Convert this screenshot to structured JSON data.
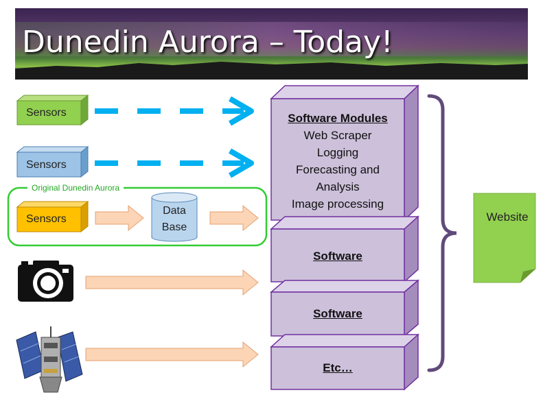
{
  "title": "Dunedin Aurora – Today!",
  "inputs": {
    "sensor_1": "Sensors",
    "sensor_2": "Sensors",
    "sensor_3": "Sensors",
    "database_line1": "Data",
    "database_line2": "Base",
    "original_group_label": "Original Dunedin Aurora",
    "camera_icon": "camera-icon",
    "satellite_icon": "satellite-icon"
  },
  "software_stack": {
    "box1_title": "Software Modules",
    "box1_items": [
      "Web Scraper",
      "Logging",
      "Forecasting and",
      "Analysis",
      "Image processing"
    ],
    "box2_title": "Software",
    "box3_title": "Software",
    "box4_title": "Etc…"
  },
  "output": {
    "website_label": "Website"
  },
  "colors": {
    "sensor_green": "#92d050",
    "sensor_blue": "#9dc3e6",
    "sensor_orange": "#ffc000",
    "dash_arrow": "#00b0f0",
    "block_arrow": "#fbd5b5",
    "group_border": "#33cc33",
    "software_box": "#ccc0da",
    "software_border": "#7030a0",
    "brace": "#604a7b",
    "website_green": "#92d050"
  }
}
